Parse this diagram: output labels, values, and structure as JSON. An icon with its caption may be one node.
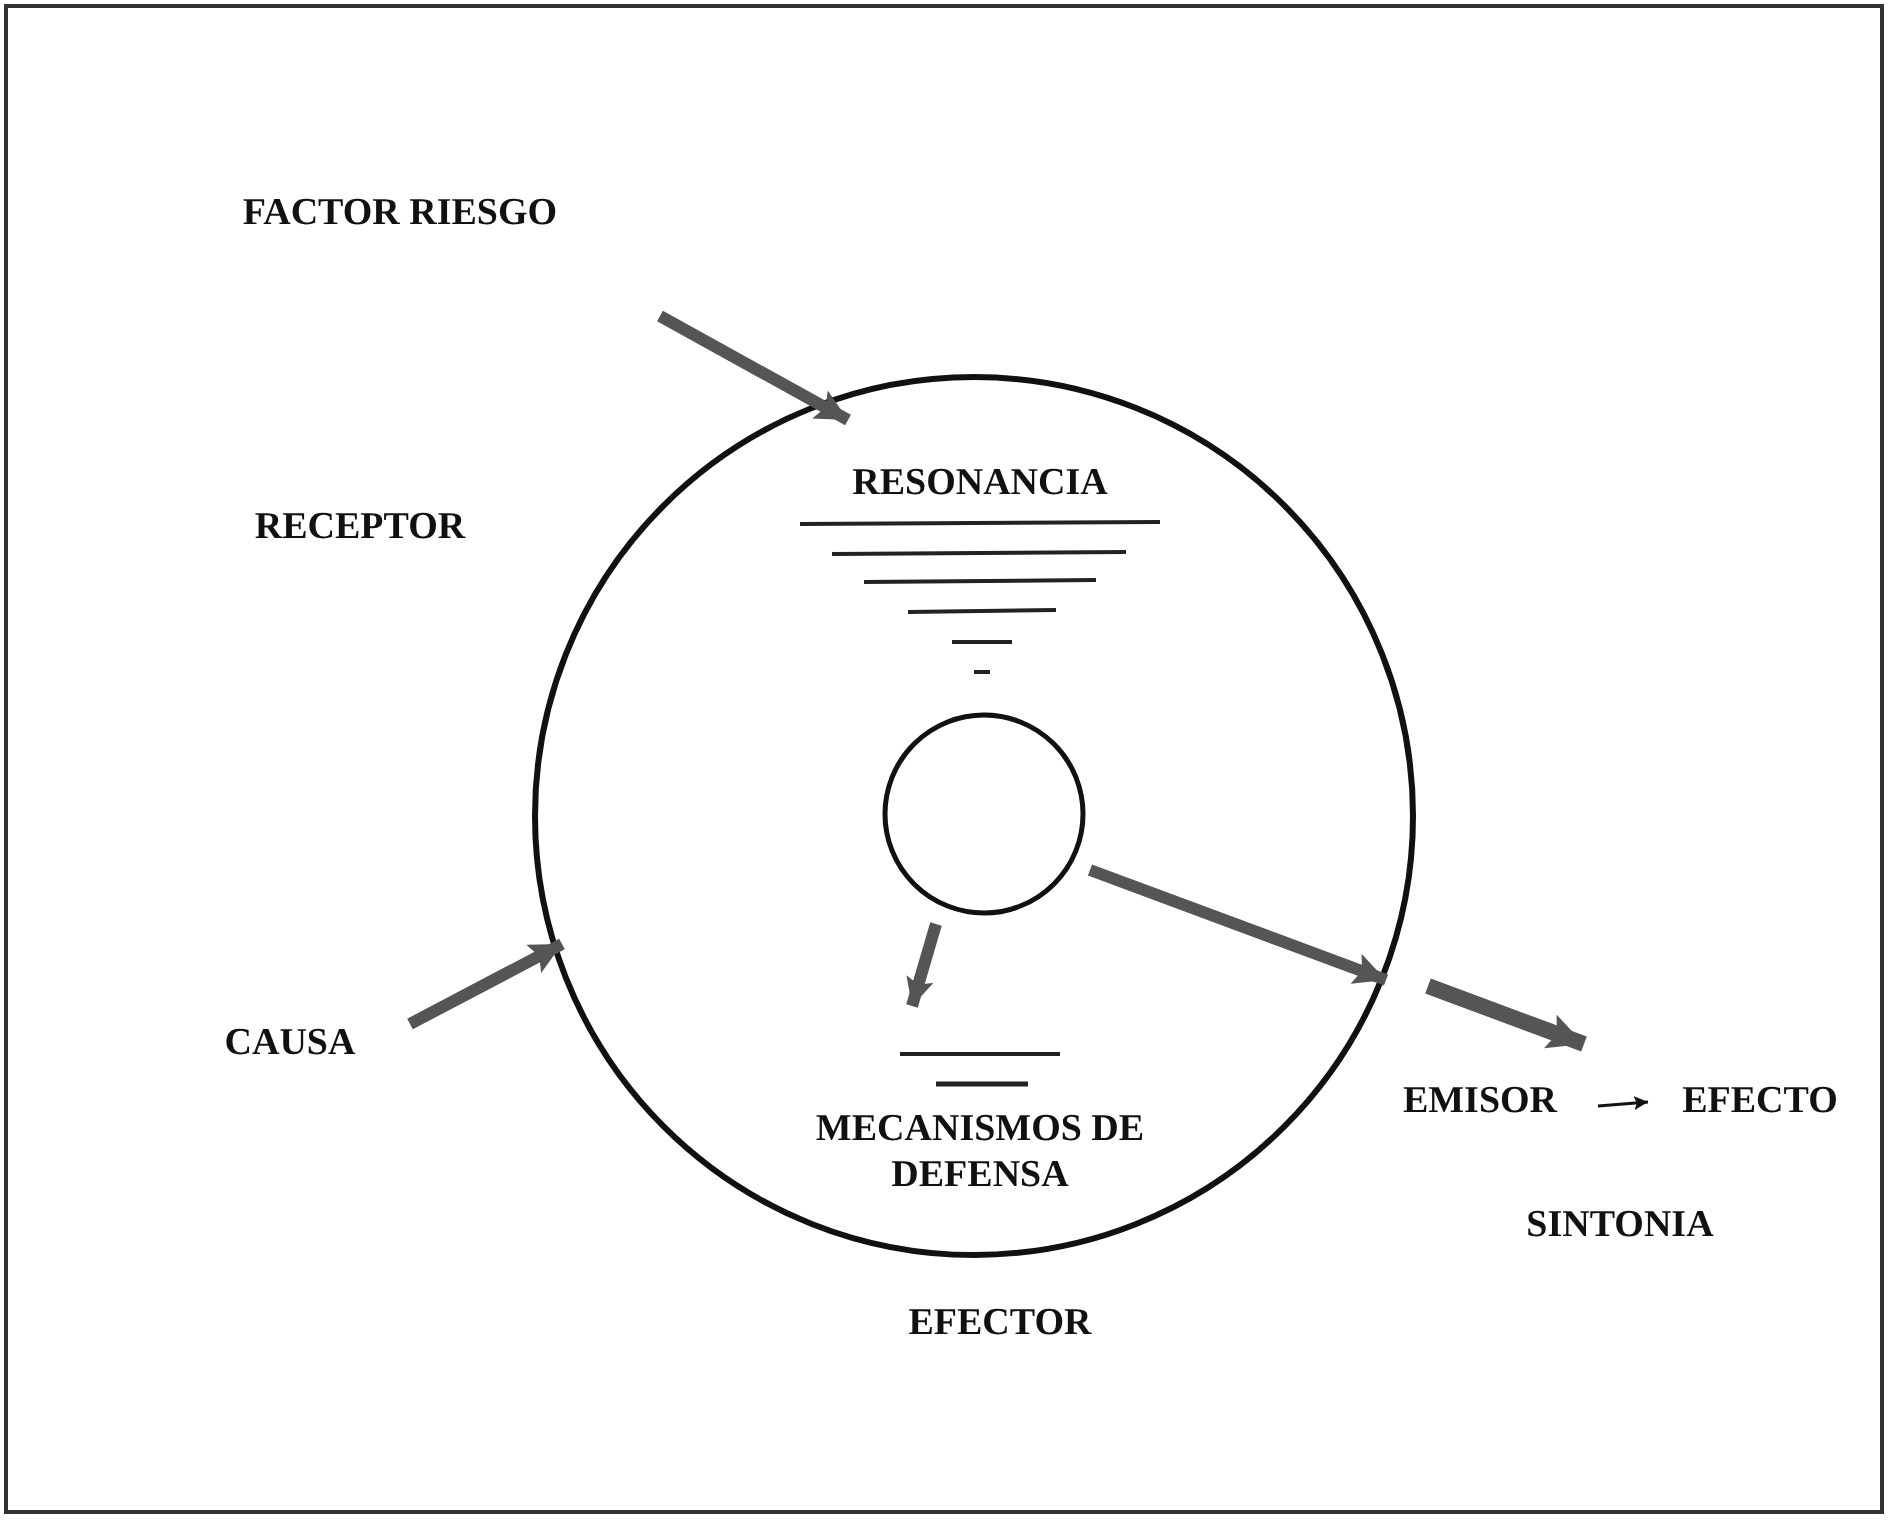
{
  "diagram": {
    "nodes": [
      {
        "text": [
          "FACTOR RIESGO"
        ]
      },
      {
        "text": [],
        "shape": "circle"
      },
      {
        "text": [
          "RESONANCIA"
        ],
        "in": 1
      },
      {
        "text": [],
        "shape": "circle",
        "in": 1
      },
      {
        "text": [
          "MECANISMOS DE DEFENSA"
        ],
        "in": 1
      },
      {
        "text": [
          "CAUSA"
        ]
      },
      {
        "text": [
          "EMISOR"
        ]
      },
      {
        "text": [
          "EFECTO"
        ]
      }
    ],
    "edges": [
      {
        "from": 0,
        "to": 1,
        "arrow": "to"
      },
      {
        "from": 5,
        "to": 1,
        "arrow": "to"
      },
      {
        "from": 3,
        "to": 4,
        "arrow": "to"
      },
      {
        "from": 3,
        "to": 1,
        "arrow": "to"
      },
      {
        "from": 1,
        "to": 6,
        "arrow": "to"
      },
      {
        "from": 6,
        "to": 7,
        "arrow": "to"
      }
    ],
    "labels": [
      "RECEPTOR",
      "SINTONIA",
      "EFECTOR"
    ]
  }
}
